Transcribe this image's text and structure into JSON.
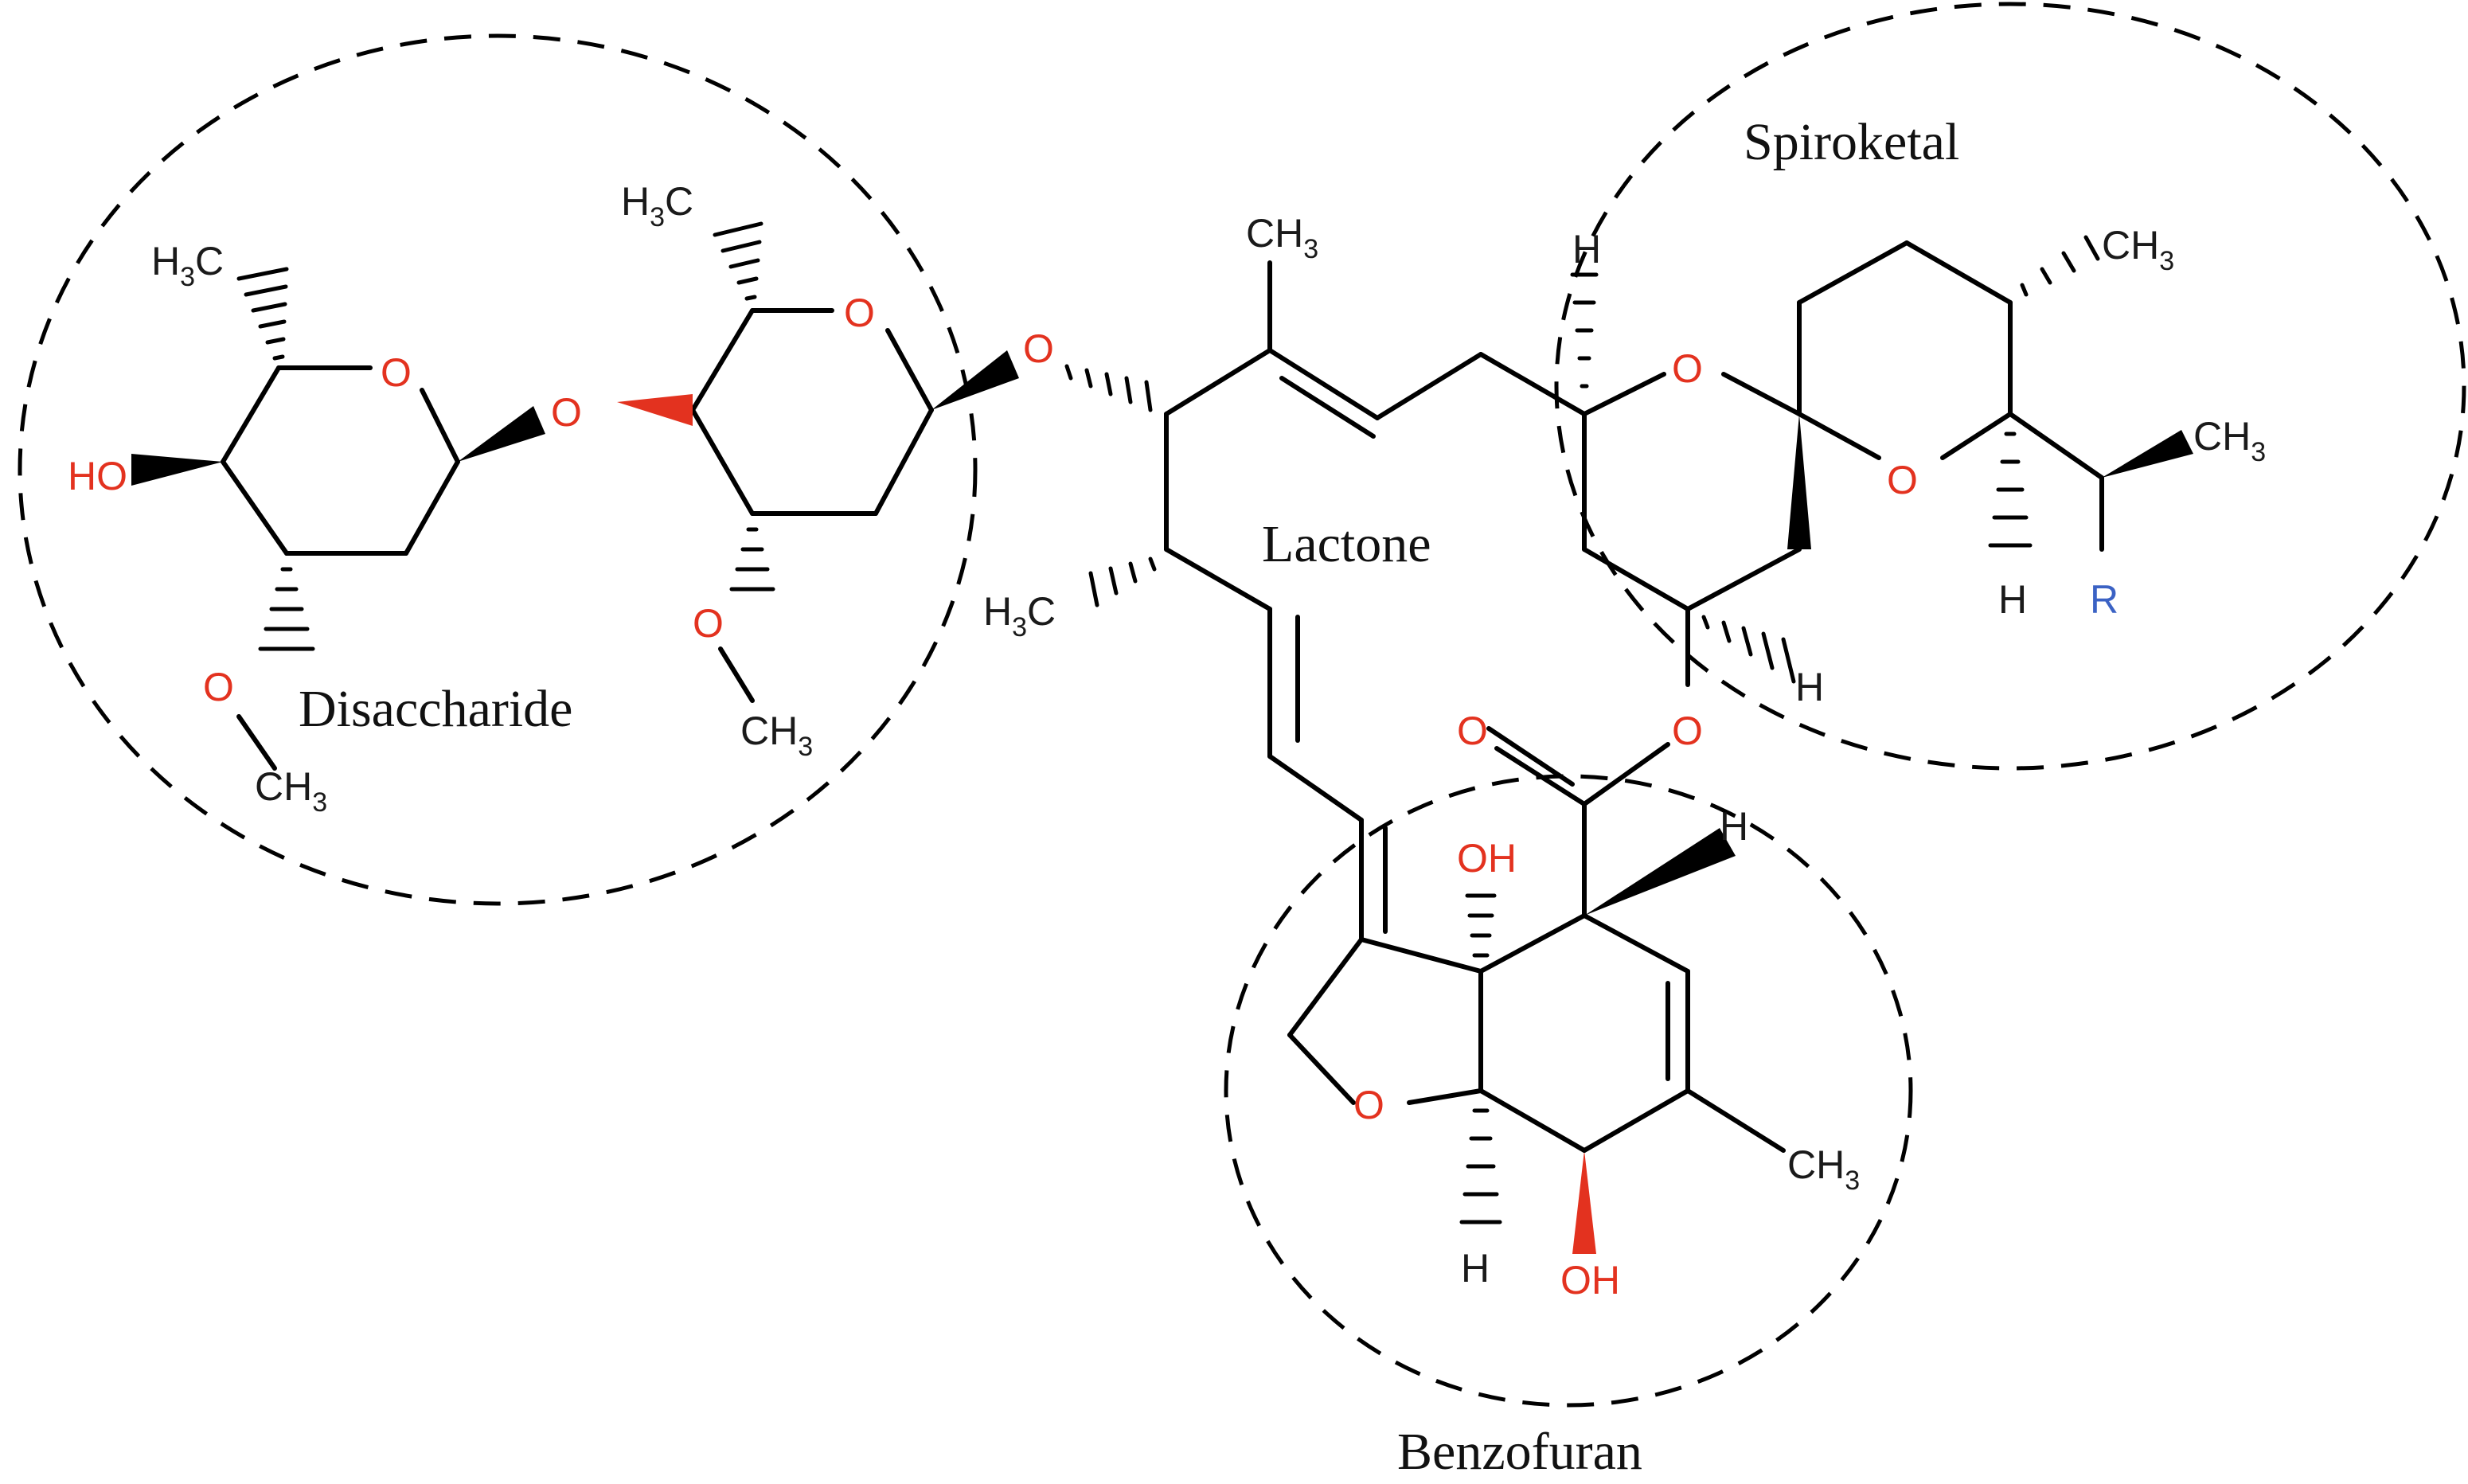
{
  "regions": {
    "disaccharide": "Disaccharide",
    "lactone": "Lactone",
    "spiroketal": "Spiroketal",
    "benzofuran": "Benzofuran"
  },
  "atoms": {
    "oxygen": "O",
    "hydroxyl": "HO",
    "hydroxyl_rev": "OH",
    "hydrogen": "H",
    "methyl_main": "CH",
    "methyl_left_main": "H",
    "methyl_sub": "3",
    "r_group": "R"
  },
  "colors": {
    "heteroatom": "#e3321f",
    "r_group": "#3b62c4",
    "bond": "#000000"
  }
}
